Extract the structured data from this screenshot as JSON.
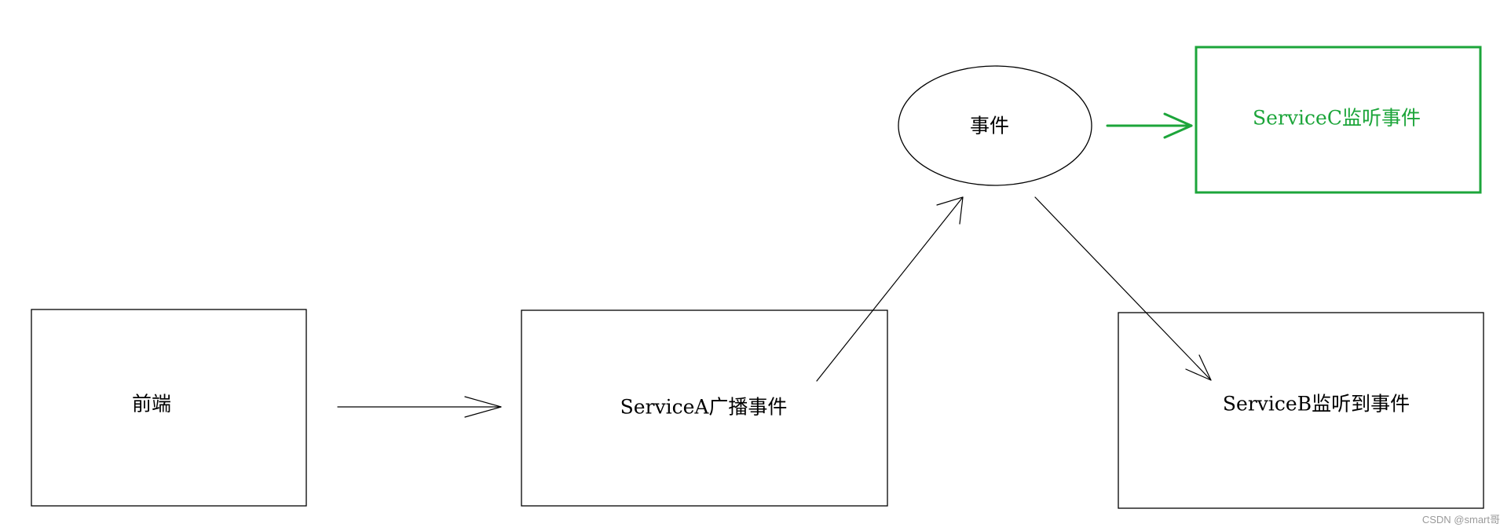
{
  "nodes": {
    "frontend": {
      "label": "前端"
    },
    "service_a": {
      "label": "ServiceA广播事件"
    },
    "event": {
      "label": "事件"
    },
    "service_c": {
      "label": "ServiceC监听事件"
    },
    "service_b": {
      "label": "ServiceB监听到事件"
    }
  },
  "watermark": "CSDN @smart哥",
  "colors": {
    "line": "#000000",
    "accent": "#1ca53a",
    "background": "#ffffff",
    "watermark": "#9a9a9a"
  }
}
